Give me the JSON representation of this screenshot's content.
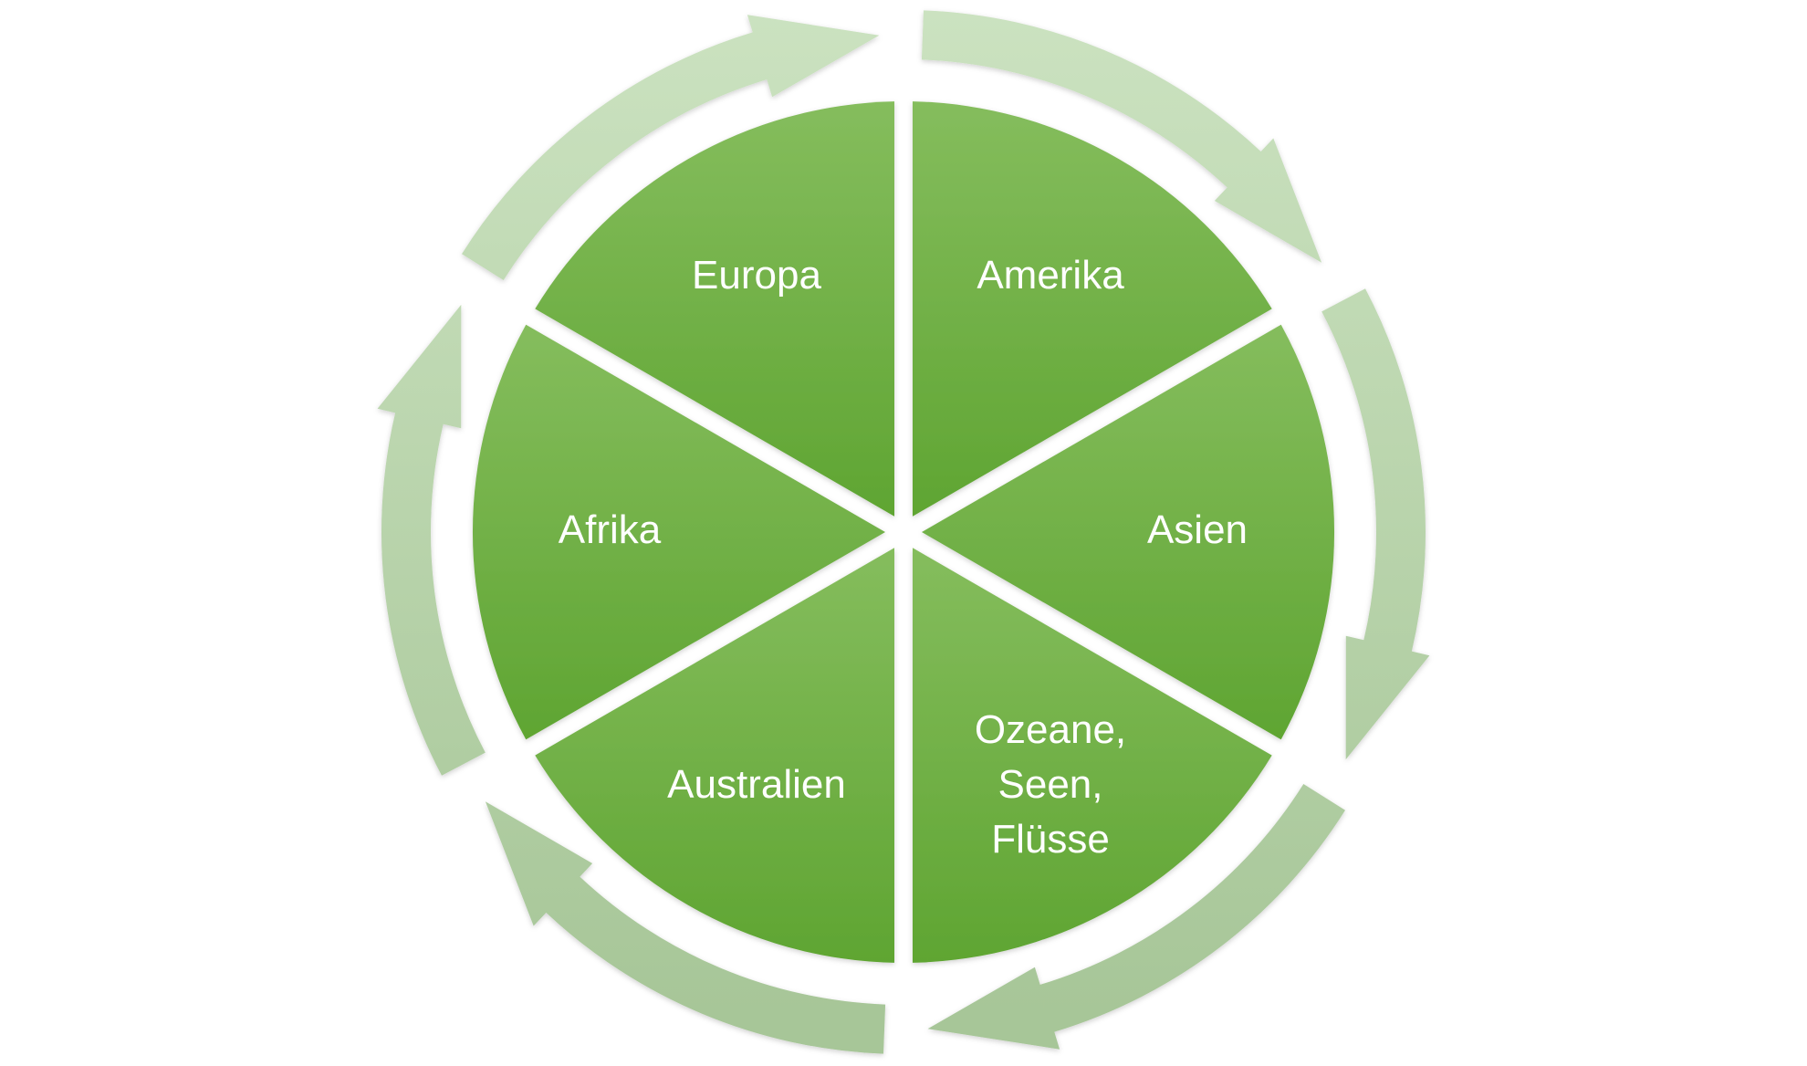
{
  "diagram": {
    "type": "cycle",
    "direction": "clockwise",
    "segments": [
      {
        "lines": [
          "Amerika"
        ]
      },
      {
        "lines": [
          "Asien"
        ]
      },
      {
        "lines": [
          "Ozeane,",
          "Seen,",
          "Flüsse"
        ]
      },
      {
        "lines": [
          "Australien"
        ]
      },
      {
        "lines": [
          "Afrika"
        ]
      },
      {
        "lines": [
          "Europa"
        ]
      }
    ]
  },
  "colors": {
    "segment_top": "#85bd5d",
    "segment_bottom": "#5fa532",
    "arrow_light": "#cbe2c0",
    "arrow_dark": "#a7c698",
    "label": "#ffffff",
    "background": "#ffffff"
  }
}
